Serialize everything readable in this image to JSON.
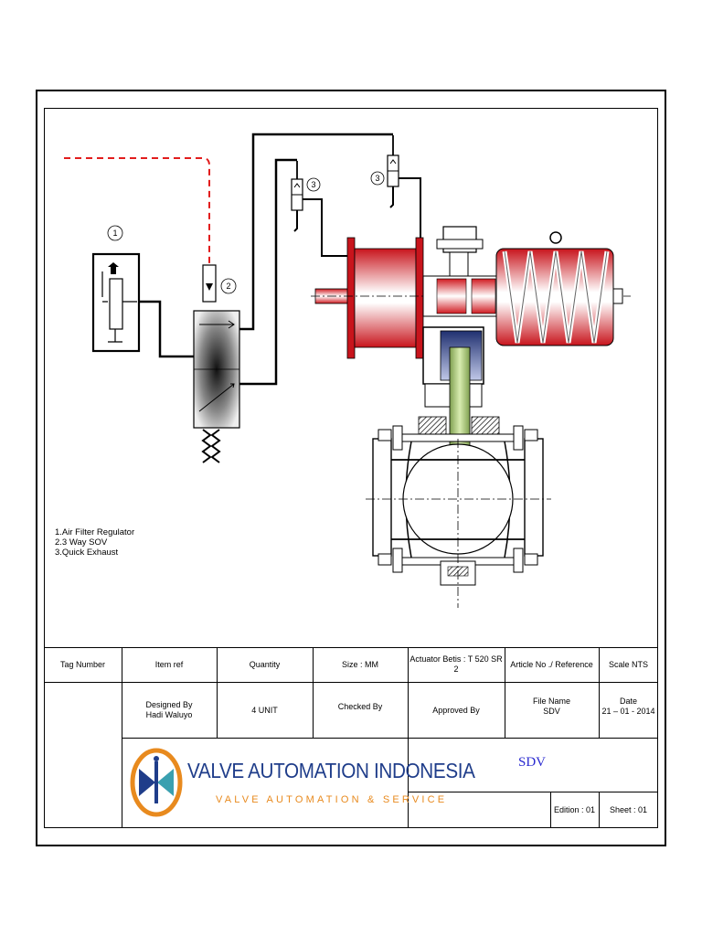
{
  "legend": [
    "1.Air Filter Regulator",
    "2.3 Way SOV",
    "3.Quick Exhaust"
  ],
  "callouts": {
    "c1": "1",
    "c2": "2",
    "c3a": "3",
    "c3b": "3"
  },
  "title_block": {
    "row1": {
      "tag_number": "Tag Number",
      "item_ref": "Item ref",
      "quantity": "Quantity",
      "size": "Size : MM",
      "actuator": "Actuator Betis : T 520 SR 2",
      "article": "Article No ./ Reference",
      "scale": "Scale NTS"
    },
    "row2": {
      "designed_by": "Designed By\nHadi Waluyo",
      "quantity_value": "4 UNIT",
      "checked_by": "Checked By",
      "approved_by": "Approved By",
      "file_name": "File Name\nSDV",
      "date": "Date\n21 – 01 - 2014"
    },
    "company_name": "VALVE AUTOMATION INDONESIA",
    "company_tagline": "VALVE AUTOMATION & SERVICE",
    "doc_title": "SDV",
    "edition": "Edition : 01",
    "sheet": "Sheet : 01"
  },
  "colors": {
    "signal_line": "#e21d1d",
    "cylinder_red": "#c8141c",
    "stem_green": "#a8c878",
    "company_blue": "#1f3d8a",
    "tagline_orange": "#e88a1e",
    "title_blue": "#2a2ad0"
  }
}
